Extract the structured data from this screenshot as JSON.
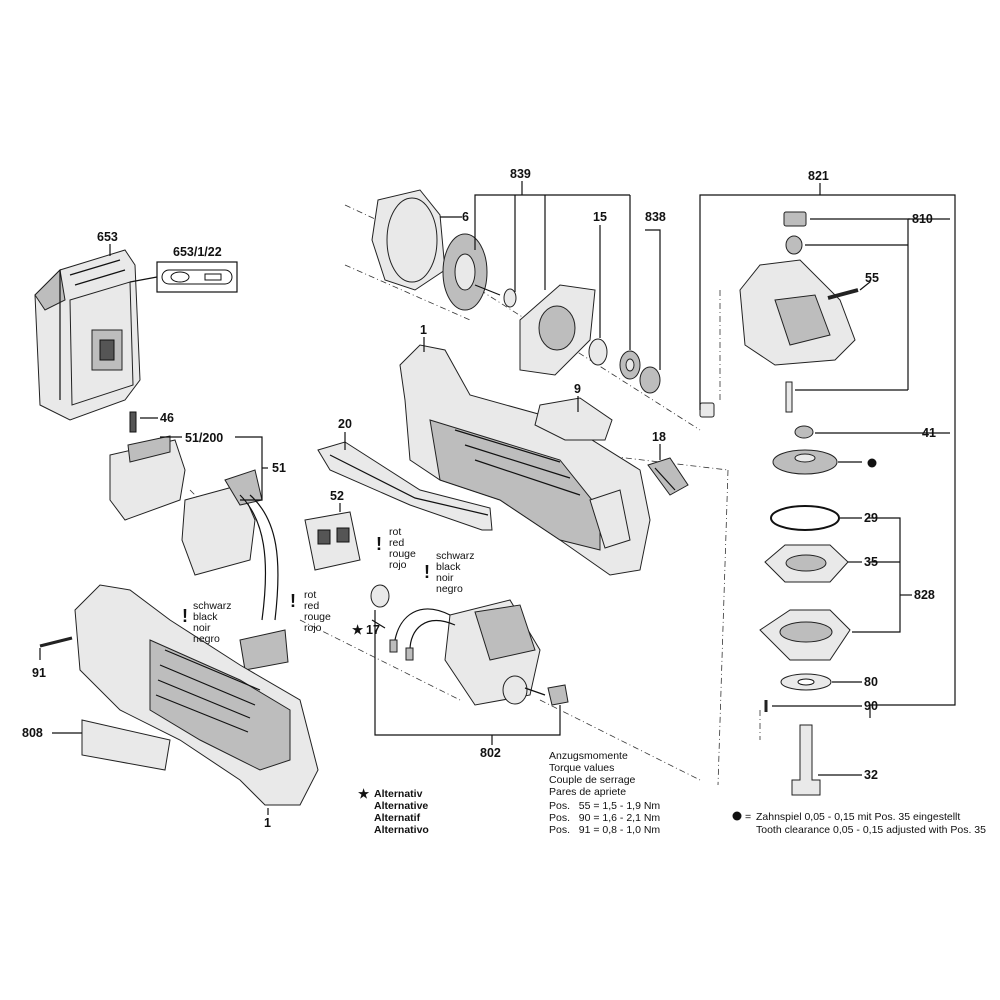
{
  "part_numbers": {
    "p653": "653",
    "p653_1_22": "653/1/22",
    "p46": "46",
    "p51_200": "51/200",
    "p51": "51",
    "p52": "52",
    "p20": "20",
    "p1_top": "1",
    "p1_bottom": "1",
    "p9": "9",
    "p18": "18",
    "p6": "6",
    "p839": "839",
    "p15": "15",
    "p838": "838",
    "p821": "821",
    "p810": "810",
    "p55": "55",
    "p41": "41",
    "p29": "29",
    "p35": "35",
    "p828": "828",
    "p80": "80",
    "p90": "90",
    "p32": "32",
    "p91": "91",
    "p808": "808",
    "p17": "17",
    "p802": "802"
  },
  "wire_labels_left": {
    "black_de": "schwarz",
    "black_en": "black",
    "black_fr": "noir",
    "black_es": "negro",
    "red_de": "rot",
    "red_en": "red",
    "red_fr": "rouge",
    "red_es": "rojo"
  },
  "wire_labels_motor": {
    "red_de": "rot",
    "red_en": "red",
    "red_fr": "rouge",
    "red_es": "rojo",
    "black_de": "schwarz",
    "black_en": "black",
    "black_fr": "noir",
    "black_es": "negro"
  },
  "warning_symbol": "!",
  "star_symbol": "★",
  "bullet_symbol": "●",
  "alternative": {
    "de": "Alternativ",
    "en": "Alternative",
    "fr": "Alternatif",
    "es": "Alternativo"
  },
  "torque": {
    "title_de": "Anzugsmomente",
    "title_en": "Torque values",
    "title_fr": "Couple de serrage",
    "title_es": "Pares de apriete",
    "rows": [
      "Pos.   55 = 1,5 - 1,9 Nm",
      "Pos.   90 = 1,6 - 2,1 Nm",
      "Pos.   91 = 0,8 - 1,0 Nm"
    ]
  },
  "tooth_note": {
    "equals": "=",
    "line_de": "Zahnspiel 0,05 - 0,15 mit Pos. 35 eingestellt",
    "line_en": "Tooth clearance 0,05 - 0,15 adjusted with Pos. 35"
  }
}
